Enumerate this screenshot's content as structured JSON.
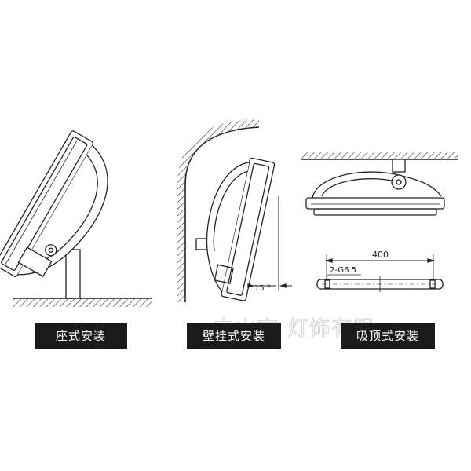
{
  "labels": {
    "floor_mount": "座式安装",
    "wall_mount": "壁挂式安装",
    "ceiling_mount": "吸顶式安装"
  },
  "dimensions": {
    "angle": "15 °",
    "length": "400",
    "holes": "2-G6.5"
  },
  "watermark": "中山市        灯饰有限",
  "colors": {
    "line": "#222222",
    "label_bg": "#1b1b1b",
    "label_text": "#ffffff"
  }
}
